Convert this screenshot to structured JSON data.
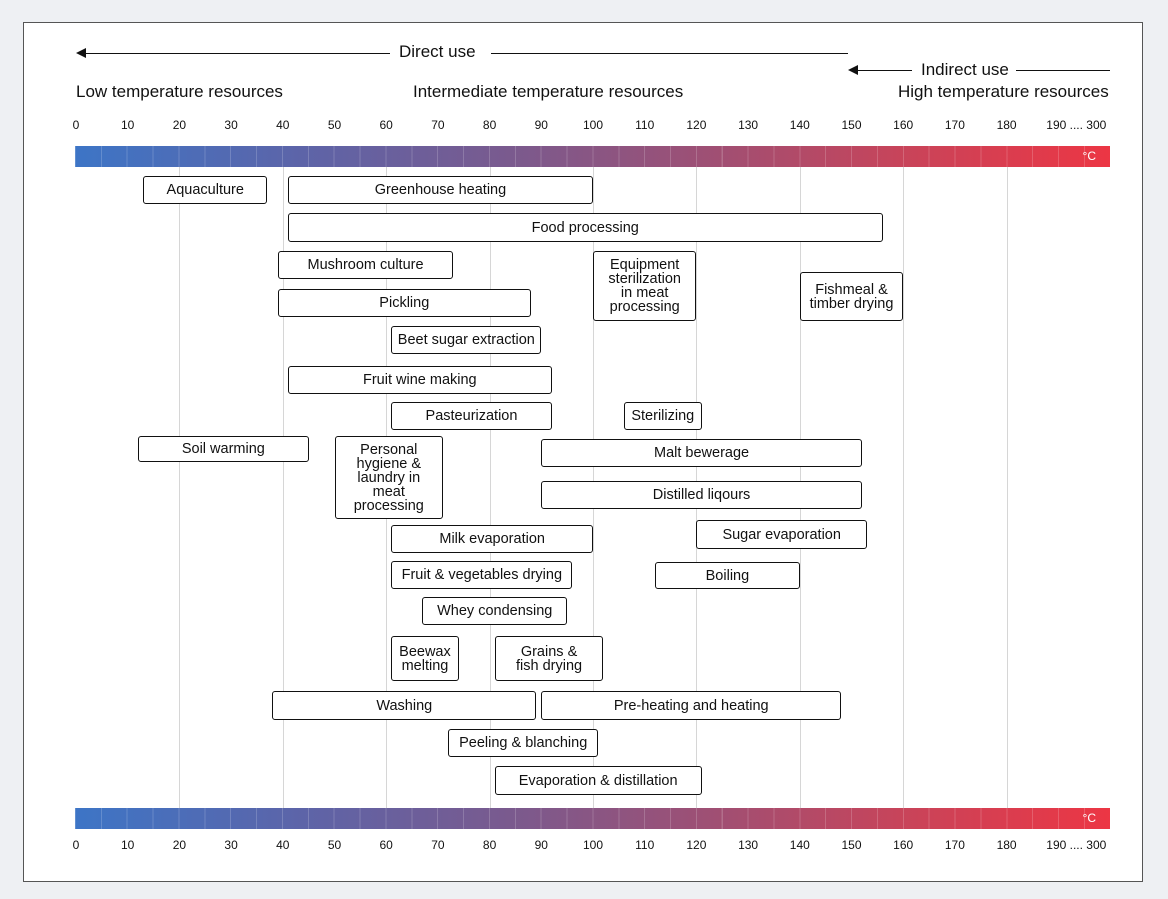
{
  "headers": {
    "direct_use": "Direct use",
    "indirect_use": "Indirect use",
    "low": "Low temperature resources",
    "intermediate": "Intermediate temperature resources",
    "high": "High temperature resources"
  },
  "unit": "°C",
  "ticks": [
    "0",
    "10",
    "20",
    "30",
    "40",
    "50",
    "60",
    "70",
    "80",
    "90",
    "100",
    "110",
    "120",
    "130",
    "140",
    "150",
    "160",
    "170",
    "180",
    "190 .... 300"
  ],
  "applications": [
    {
      "label": "Aquaculture",
      "from": 13,
      "to": 37
    },
    {
      "label": "Greenhouse heating",
      "from": 41,
      "to": 100
    },
    {
      "label": "Food processing",
      "from": 41,
      "to": 156
    },
    {
      "label": "Mushroom culture",
      "from": 39,
      "to": 73
    },
    {
      "label": "Equipment\nsterilization\nin meat\nprocessing",
      "from": 100,
      "to": 120
    },
    {
      "label": "Fishmeal &\ntimber drying",
      "from": 140,
      "to": 160
    },
    {
      "label": "Pickling",
      "from": 39,
      "to": 88
    },
    {
      "label": "Beet sugar extraction",
      "from": 61,
      "to": 90
    },
    {
      "label": "Fruit wine making",
      "from": 41,
      "to": 92
    },
    {
      "label": "Pasteurization",
      "from": 61,
      "to": 92
    },
    {
      "label": "Sterilizing",
      "from": 106,
      "to": 121
    },
    {
      "label": "Soil warming",
      "from": 12,
      "to": 45
    },
    {
      "label": "Personal\nhygiene &\nlaundry in\nmeat\nprocessing",
      "from": 50,
      "to": 71
    },
    {
      "label": "Malt bewerage",
      "from": 90,
      "to": 152
    },
    {
      "label": "Distilled liqours",
      "from": 90,
      "to": 152
    },
    {
      "label": "Sugar evaporation",
      "from": 120,
      "to": 153
    },
    {
      "label": "Milk evaporation",
      "from": 61,
      "to": 100
    },
    {
      "label": "Fruit & vegetables drying",
      "from": 61,
      "to": 96
    },
    {
      "label": "Boiling",
      "from": 112,
      "to": 140
    },
    {
      "label": "Whey condensing",
      "from": 67,
      "to": 95
    },
    {
      "label": "Beewax\nmelting",
      "from": 61,
      "to": 74
    },
    {
      "label": "Grains &\nfish drying",
      "from": 81,
      "to": 102
    },
    {
      "label": "Washing",
      "from": 38,
      "to": 89
    },
    {
      "label": "Pre-heating and heating",
      "from": 90,
      "to": 148
    },
    {
      "label": "Peeling & blanching",
      "from": 72,
      "to": 101
    },
    {
      "label": "Evaporation & distillation",
      "from": 81,
      "to": 121
    }
  ]
}
